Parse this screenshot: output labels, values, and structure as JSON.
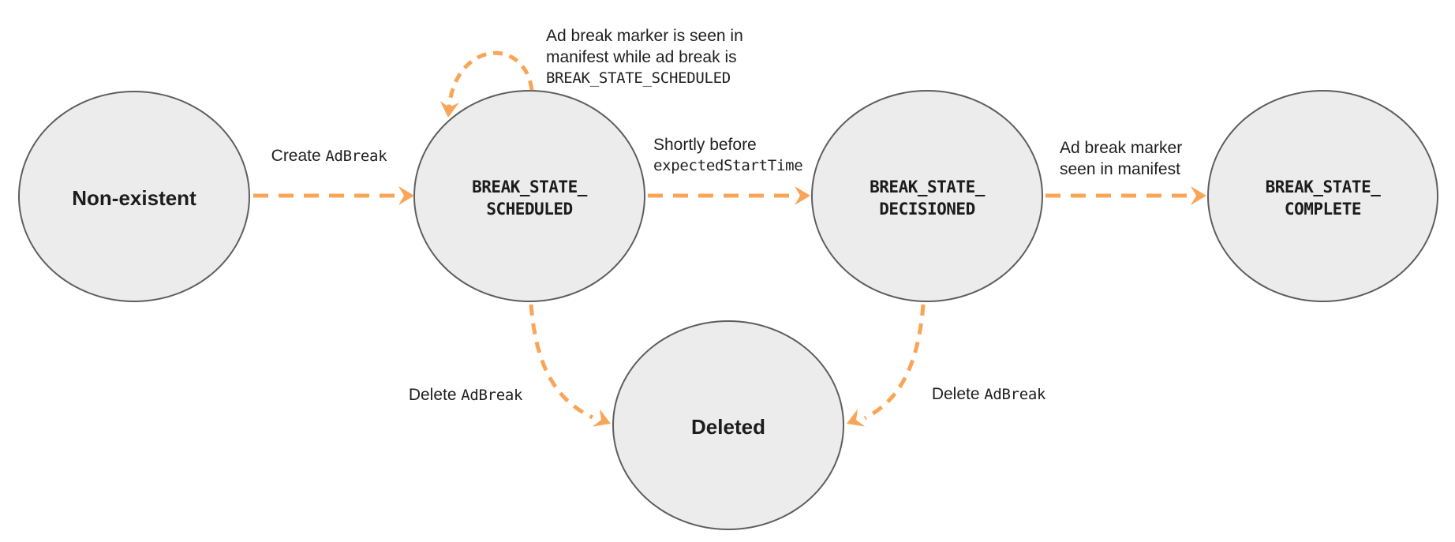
{
  "diagram": {
    "description": "Ad break state transition diagram",
    "colors": {
      "arrow_orange": "#f9a558",
      "node_fill": "#ececec",
      "node_border": "#5e5e5e",
      "text": "#1c1c1c"
    },
    "states": {
      "non_existent": {
        "label": "Non-existent"
      },
      "scheduled": {
        "line1": "BREAK_STATE_",
        "line2": "SCHEDULED"
      },
      "decisioned": {
        "line1": "BREAK_STATE_",
        "line2": "DECISIONED"
      },
      "complete": {
        "line1": "BREAK_STATE_",
        "line2": "COMPLETE"
      },
      "deleted": {
        "label": "Deleted"
      }
    },
    "transitions": {
      "create": {
        "text": "Create",
        "code": "AdBreak"
      },
      "self_loop": {
        "line1": "Ad break marker is seen in",
        "line2": "manifest while ad break is",
        "code": "BREAK_STATE_SCHEDULED"
      },
      "shortly_before": {
        "text": "Shortly before",
        "code": "expectedStartTime"
      },
      "marker_seen": {
        "line1": "Ad break marker",
        "line2": "seen in manifest"
      },
      "delete_from_scheduled": {
        "text": "Delete",
        "code": "AdBreak"
      },
      "delete_from_decisioned": {
        "text": "Delete",
        "code": "AdBreak"
      }
    }
  }
}
